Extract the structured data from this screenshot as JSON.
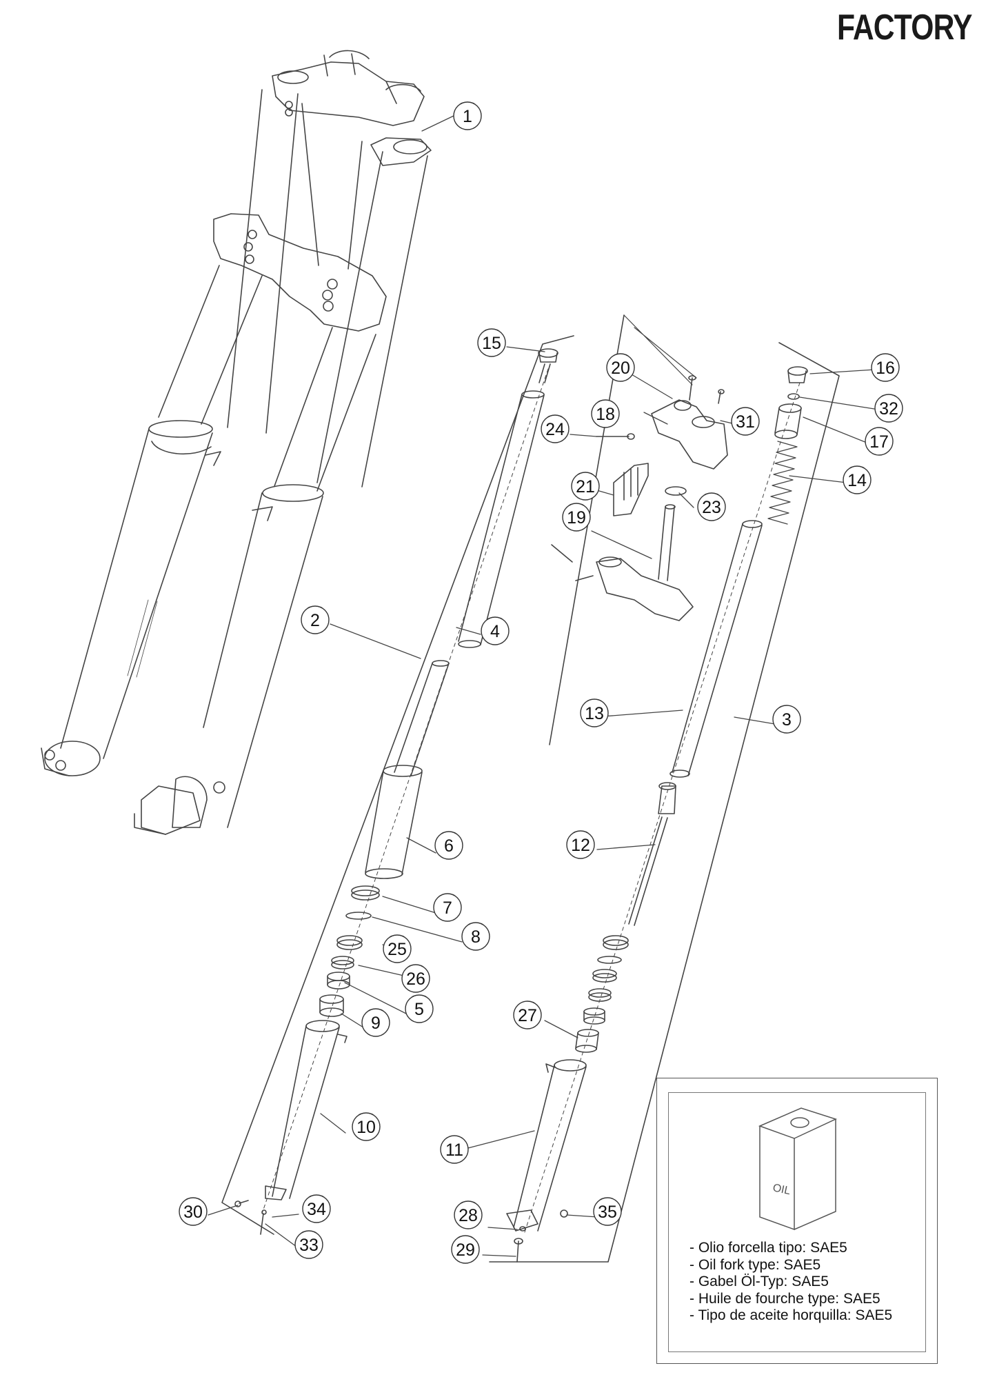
{
  "brand": "FACTORY",
  "oil_label": "OIL",
  "oil_notes": [
    "Olio forcella tipo: SAE5",
    "Oil fork type: SAE5",
    "Gabel Öl-Typ: SAE5",
    "Huile de fourche type: SAE5",
    "Tipo de aceite horquilla: SAE5"
  ],
  "callouts": [
    "1",
    "2",
    "3",
    "4",
    "5",
    "6",
    "7",
    "8",
    "9",
    "10",
    "11",
    "12",
    "13",
    "14",
    "15",
    "16",
    "17",
    "18",
    "19",
    "20",
    "21",
    "23",
    "24",
    "25",
    "26",
    "27",
    "28",
    "29",
    "30",
    "31",
    "32",
    "33",
    "34",
    "35"
  ]
}
